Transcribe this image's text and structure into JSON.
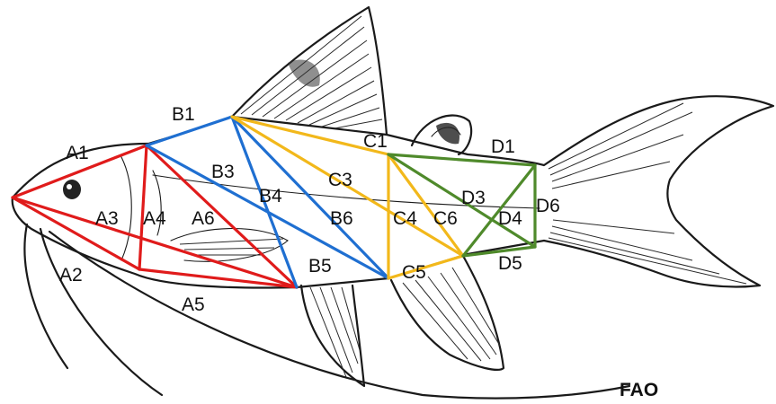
{
  "diagram": {
    "groups": {
      "A": {
        "color": "#e01b1b",
        "labels": [
          "A1",
          "A2",
          "A3",
          "A4",
          "A5",
          "A6"
        ]
      },
      "B": {
        "color": "#1f6fd1",
        "labels": [
          "B1",
          "B3",
          "B4",
          "B5",
          "B6"
        ]
      },
      "C": {
        "color": "#f2b81b",
        "labels": [
          "C1",
          "C3",
          "C4",
          "C5",
          "C6"
        ]
      },
      "D": {
        "color": "#4f8a2b",
        "labels": [
          "D1",
          "D3",
          "D4",
          "D5",
          "D6"
        ]
      }
    },
    "credit": "FAO"
  }
}
